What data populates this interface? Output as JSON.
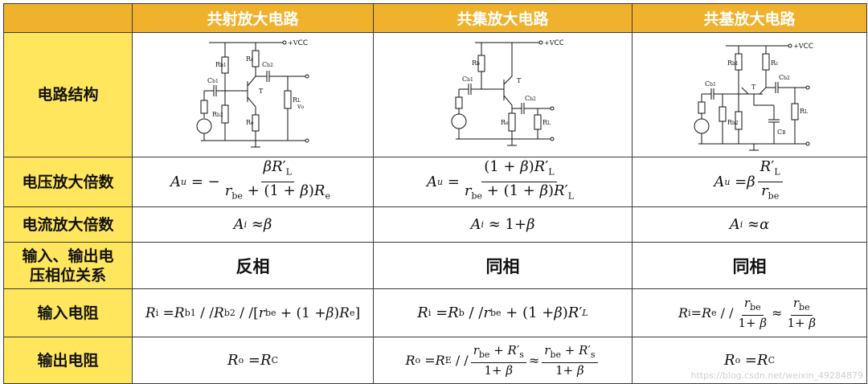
{
  "headers": {
    "ce": "共射放大电路",
    "cc": "共集放大电路",
    "cb": "共基放大电路"
  },
  "rows": {
    "structure": "电路结构",
    "voltage_gain": "电压放大倍数",
    "current_gain": "电流放大倍数",
    "phase_line1": "输入、输出电",
    "phase_line2": "压相位关系",
    "input_resistance": "输入电阻",
    "output_resistance": "输出电阻"
  },
  "phase": {
    "ce": "反相",
    "cc": "同相",
    "cb": "同相"
  },
  "circuit_labels": {
    "vcc": "+V",
    "vcc_sub": "CC"
  },
  "watermark": "https://blog.csdn.net/weixin_49284879"
}
